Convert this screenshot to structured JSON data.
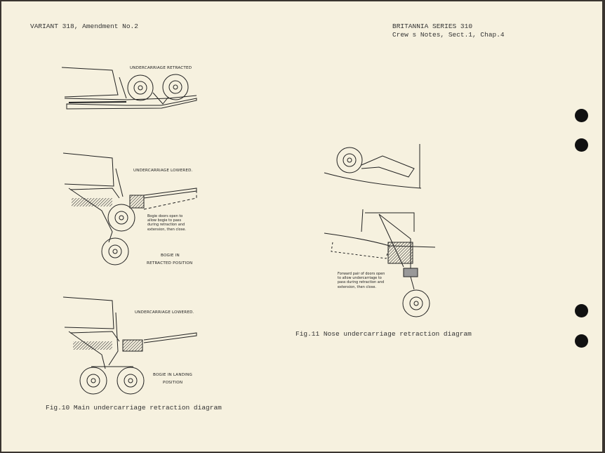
{
  "header": {
    "left": "VARIANT 318, Amendment No.2",
    "right_line1": "BRITANNIA SERIES 310",
    "right_line2": "Crew s Notes, Sect.1, Chap.4"
  },
  "fig10": {
    "label_retracted": "UNDERCARRIAGE RETRACTED",
    "label_lowered_1": "UNDERCARRIAGE LOWERED.",
    "bogie_note": [
      "Bogie doors open to",
      "allow bogie to pass",
      "during retraction and",
      "extension, then close."
    ],
    "bogie_retracted_1": "BOGIE IN",
    "bogie_retracted_2": "RETRACTED POSITION",
    "label_lowered_2": "UNDERCARRIAGE LOWERED.",
    "bogie_landing_1": "BOGIE IN LANDING",
    "bogie_landing_2": "POSITION",
    "caption": "Fig.10 Main undercarriage retraction diagram"
  },
  "fig11": {
    "doors_note": [
      "Forward pair of doors open",
      "to allow undercarriage to",
      "pass during retraction and",
      "extension, then close."
    ],
    "caption": "Fig.11 Nose undercarriage retraction diagram"
  }
}
